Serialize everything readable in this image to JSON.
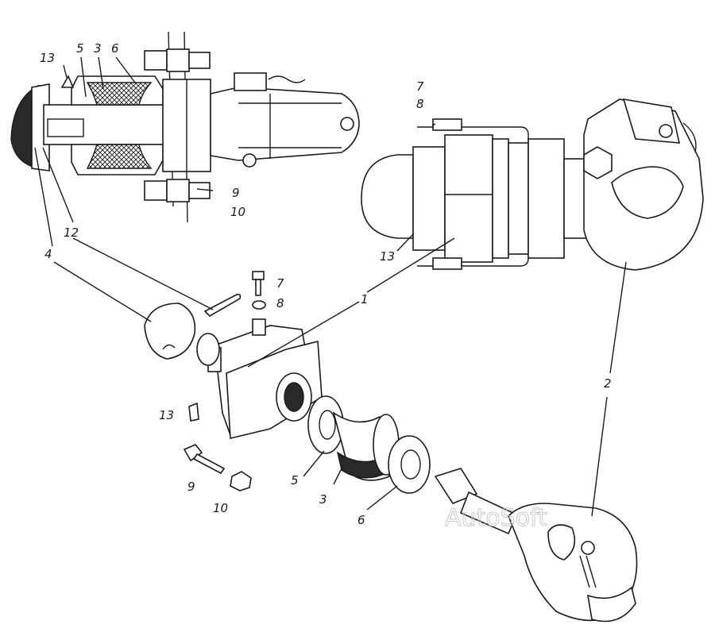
{
  "labels": {
    "l1": "1",
    "l2": "2",
    "l3_top": "3",
    "l3_bottom": "3",
    "l4": "4",
    "l5_top": "5",
    "l5_bottom": "5",
    "l6_top": "6",
    "l6_bottom": "6",
    "l7_top": "7",
    "l7_mid": "7",
    "l8_top": "8",
    "l8_mid": "8",
    "l9_top": "9",
    "l9_bottom": "9",
    "l10_top": "10",
    "l10_bottom": "10",
    "l12": "12",
    "l13_top": "13",
    "l13_right": "13",
    "l13_mid": "13"
  },
  "watermark": "AutoSoft"
}
